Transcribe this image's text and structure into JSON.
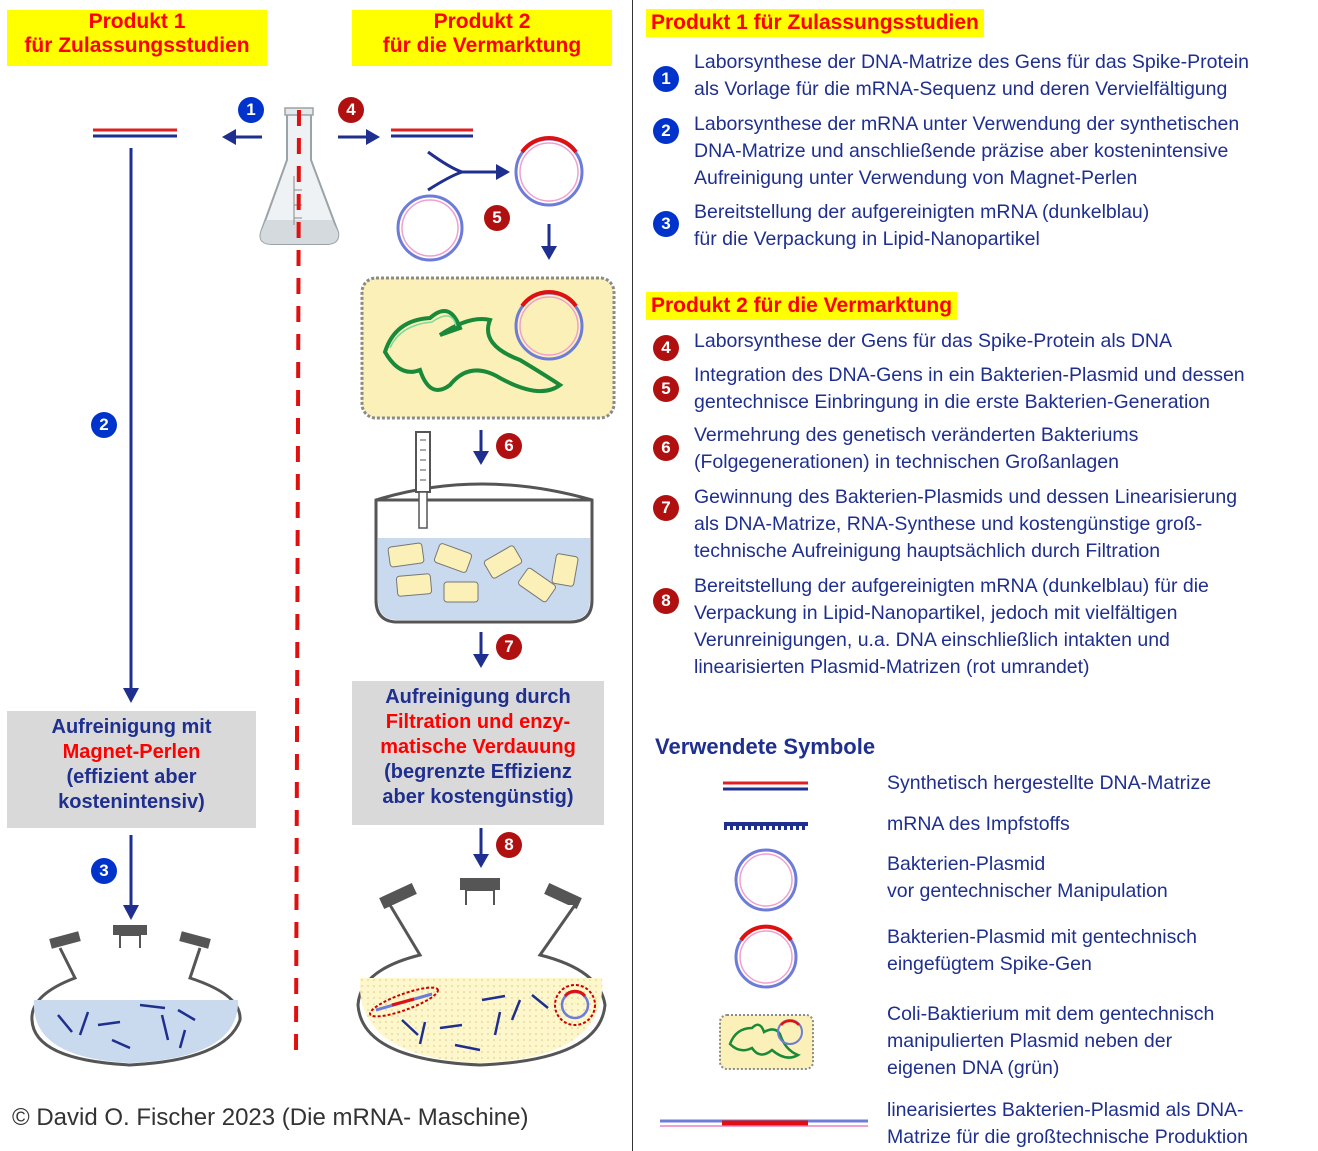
{
  "left": {
    "header_p1_line1": "Produkt 1",
    "header_p1_line2": "für Zulassungsstudien",
    "header_p2_line1": "Produkt 2",
    "header_p2_line2": "für die Vermarktung",
    "box1": {
      "line1": "Aufreinigung mit",
      "line2": "Magnet-Perlen",
      "line3": "(effizient aber",
      "line4": "kostenintensiv)"
    },
    "box2": {
      "line1": "Aufreinigung durch",
      "line2": "Filtration und enzy-",
      "line3": "matische Verdauung",
      "line4": "(begrenzte Effizienz",
      "line5": "aber kostengünstig)"
    },
    "badges": {
      "b1": "1",
      "b2": "2",
      "b3": "3",
      "b4": "4",
      "b5": "5",
      "b6": "6",
      "b7": "7",
      "b8": "8"
    },
    "copyright": "© David O. Fischer 2023 (Die mRNA- Maschine)"
  },
  "right": {
    "section1_title": "Produkt 1  für Zulassungsstudien",
    "section1_steps": [
      {
        "num": "1",
        "line1": "Laborsynthese der DNA-Matrize des Gens für das Spike-Protein",
        "line2": "als Vorlage für die mRNA-Sequenz und deren Vervielfältigung",
        "line3": ""
      },
      {
        "num": "2",
        "line1": "Laborsynthese der mRNA unter Verwendung der synthetischen",
        "line2": "DNA-Matrize und anschließende präzise aber kostenintensive",
        "line3": "Aufreinigung unter Verwendung von Magnet-Perlen"
      },
      {
        "num": "3",
        "line1": "Bereitstellung der aufgereinigten mRNA (dunkelblau)",
        "line2": "für die Verpackung in Lipid-Nanopartikel",
        "line3": ""
      }
    ],
    "section2_title": "Produkt 2  für die Vermarktung",
    "section2_steps": [
      {
        "num": "4",
        "line1": "Laborsynthese der Gens für das Spike-Protein als DNA",
        "line2": "",
        "line3": "",
        "line4": ""
      },
      {
        "num": "5",
        "line1": "Integration des DNA-Gens in ein Bakterien-Plasmid und dessen",
        "line2": "gentechnisce Einbringung in die erste Bakterien-Generation",
        "line3": "",
        "line4": ""
      },
      {
        "num": "6",
        "line1": "Vermehrung des genetisch veränderten Bakteriums",
        "line2": "(Folgegenerationen) in technischen Großanlagen",
        "line3": "",
        "line4": ""
      },
      {
        "num": "7",
        "line1": "Gewinnung des Bakterien-Plasmids und dessen Linearisierung",
        "line2": "als DNA-Matrize, RNA-Synthese und kostengünstige groß-",
        "line3": "technische Aufreinigung hauptsächlich durch Filtration",
        "line4": ""
      },
      {
        "num": "8",
        "line1": "Bereitstellung der aufgereinigten mRNA (dunkelblau) für die",
        "line2": "Verpackung in Lipid-Nanopartikel, jedoch mit vielfältigen",
        "line3": "Verunreinigungen, u.a. DNA einschließlich intakten und",
        "line4": "linearisierten Plasmid-Matrizen (rot umrandet)"
      }
    ],
    "symbols_title": "Verwendete Symbole",
    "symbols": [
      {
        "line1": "Synthetisch hergestellte DNA-Matrize",
        "line2": "",
        "line3": ""
      },
      {
        "line1": "mRNA des Impfstoffs",
        "line2": "",
        "line3": ""
      },
      {
        "line1": "Bakterien-Plasmid",
        "line2": "vor gentechnischer Manipulation",
        "line3": ""
      },
      {
        "line1": "Bakterien-Plasmid mit gentechnisch",
        "line2": "eingefügtem Spike-Gen",
        "line3": ""
      },
      {
        "line1": "Coli-Baktierium mit dem gentechnisch",
        "line2": "manipulierten Plasmid neben der",
        "line3": "eigenen DNA (grün)"
      },
      {
        "line1": "linearisiertes Bakterien-Plasmid als DNA-",
        "line2": "Matrize für die großtechnische Produktion",
        "line3": ""
      }
    ]
  },
  "colors": {
    "navy": "#1f2f8f",
    "red": "#ff0000",
    "yellow": "#ffff00",
    "badge_blue": "#0033cc",
    "badge_red": "#b01010",
    "gray": "#d9d9d9"
  }
}
